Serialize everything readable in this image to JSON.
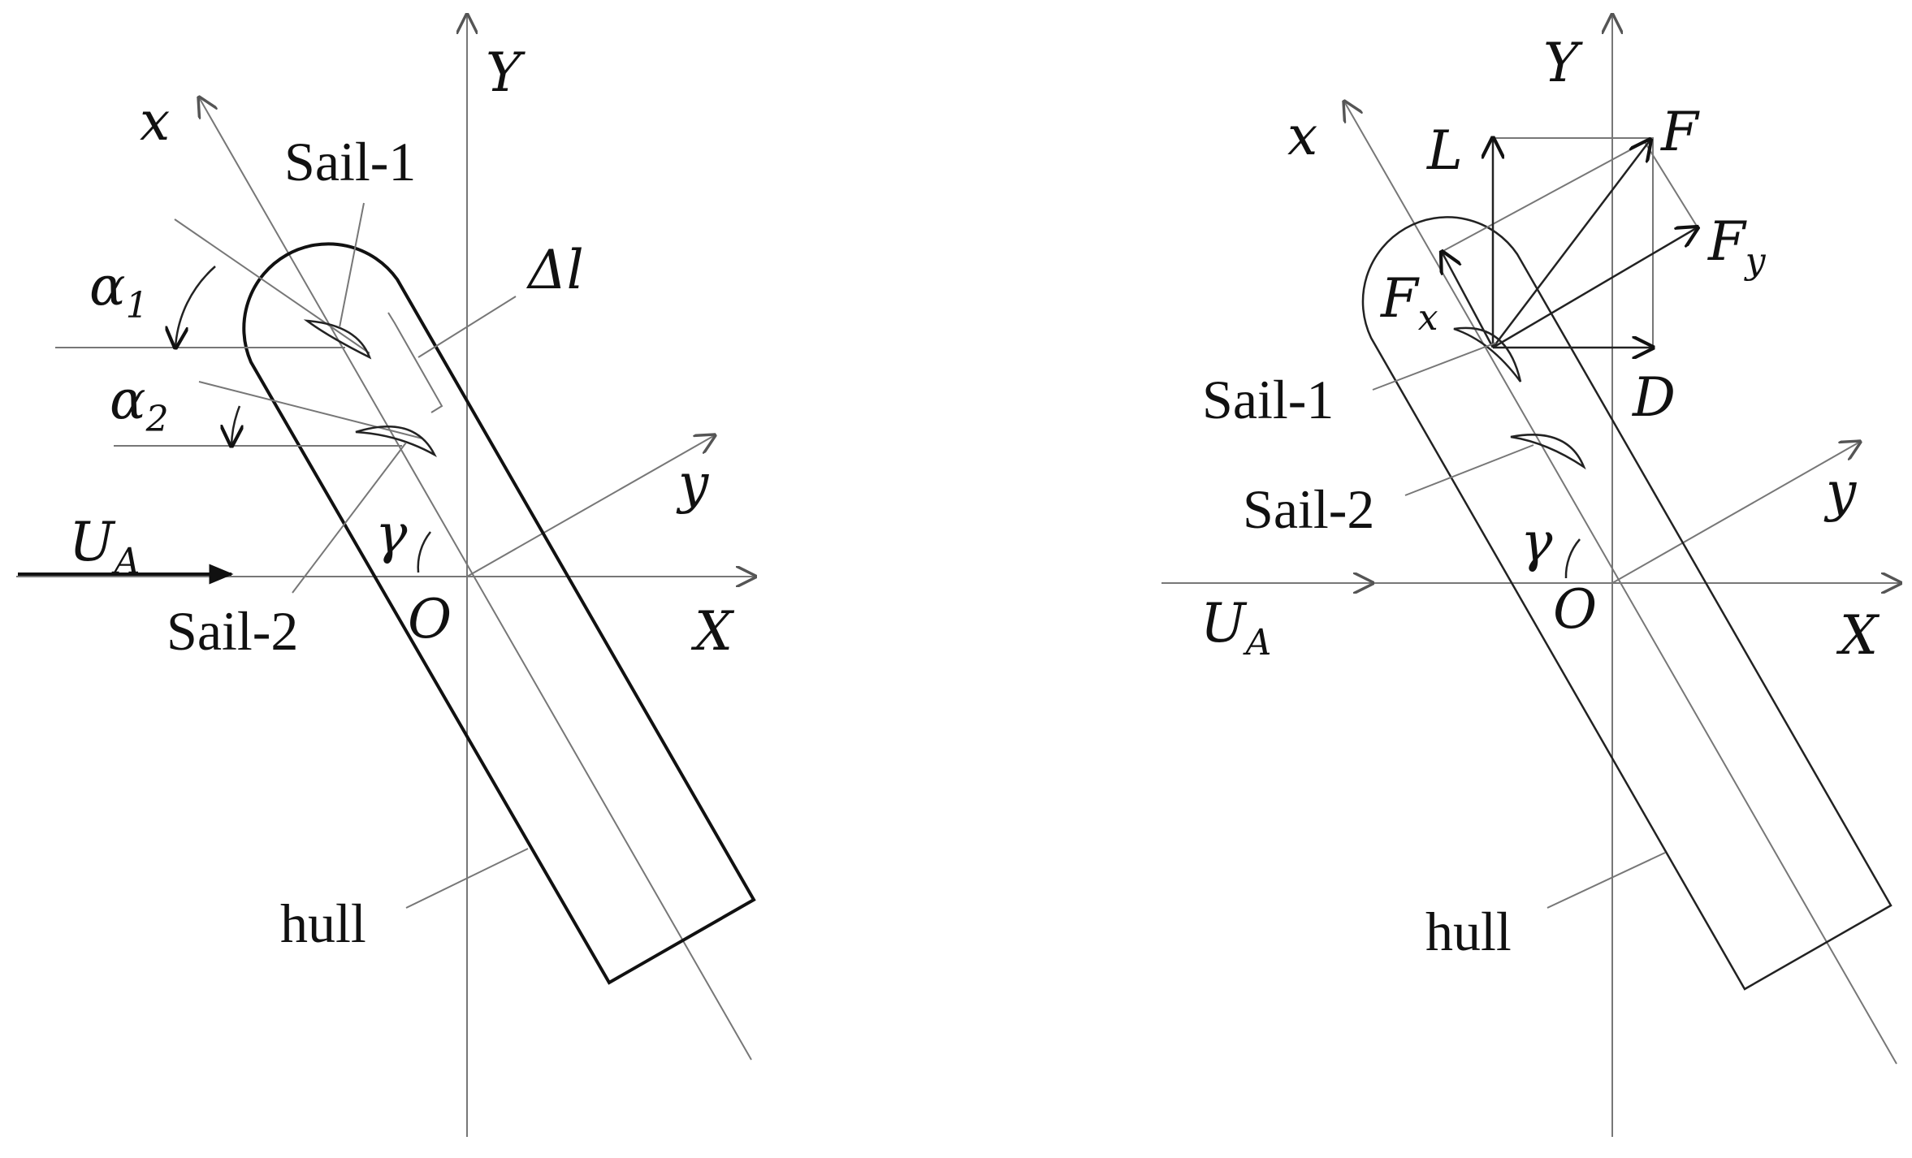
{
  "colors": {
    "ink": "#111111",
    "axis": "#777777",
    "background": "#ffffff"
  },
  "left_panel": {
    "labels": {
      "Y": "Y",
      "x": "x",
      "y": "y",
      "X": "X",
      "O": "O",
      "gamma": "γ",
      "U": "U",
      "U_sub": "A",
      "alpha1": "α",
      "alpha1_sub": "1",
      "alpha2": "α",
      "alpha2_sub": "2",
      "delta_l": "Δl",
      "sail1": "Sail-1",
      "sail2": "Sail-2",
      "hull": "hull"
    }
  },
  "right_panel": {
    "labels": {
      "Y": "Y",
      "x": "x",
      "y": "y",
      "X": "X",
      "O": "O",
      "gamma": "γ",
      "U": "U",
      "U_sub": "A",
      "L": "L",
      "F": "F",
      "Fy": "F",
      "Fy_sub": "y",
      "Fx": "F",
      "Fx_sub": "x",
      "D": "D",
      "sail1": "Sail-1",
      "sail2": "Sail-2",
      "hull": "hull"
    }
  }
}
